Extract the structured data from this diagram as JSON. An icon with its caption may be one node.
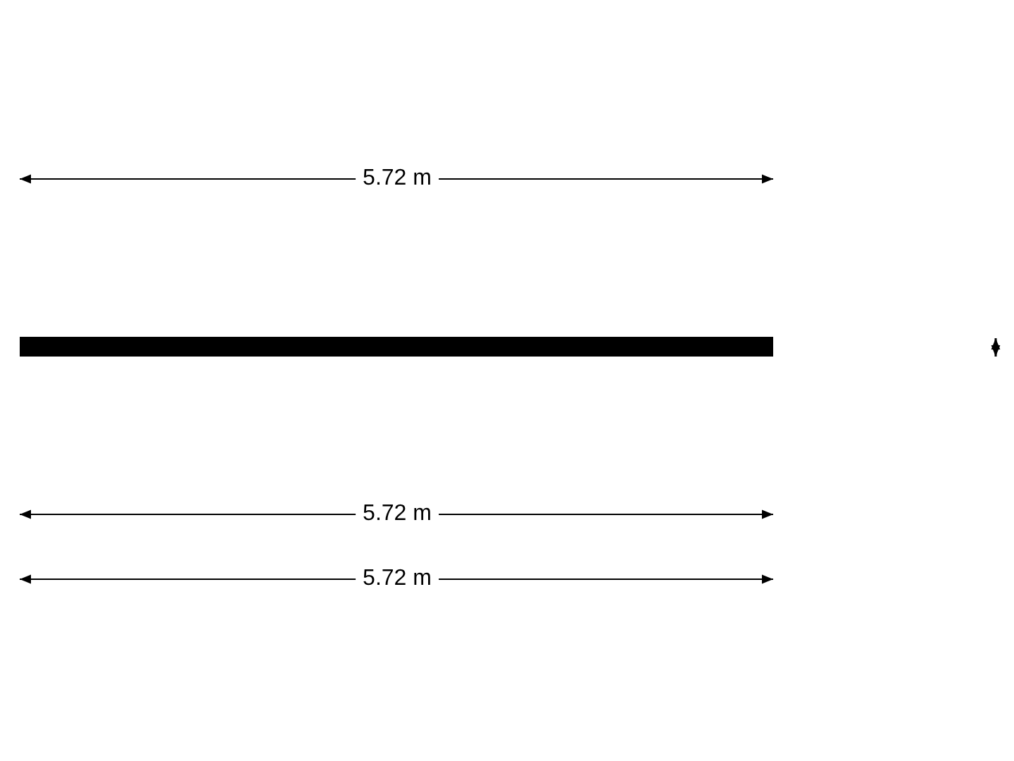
{
  "diagram": {
    "labels": [
      "5.72 m",
      "5.72 m",
      "5.72 m"
    ]
  }
}
